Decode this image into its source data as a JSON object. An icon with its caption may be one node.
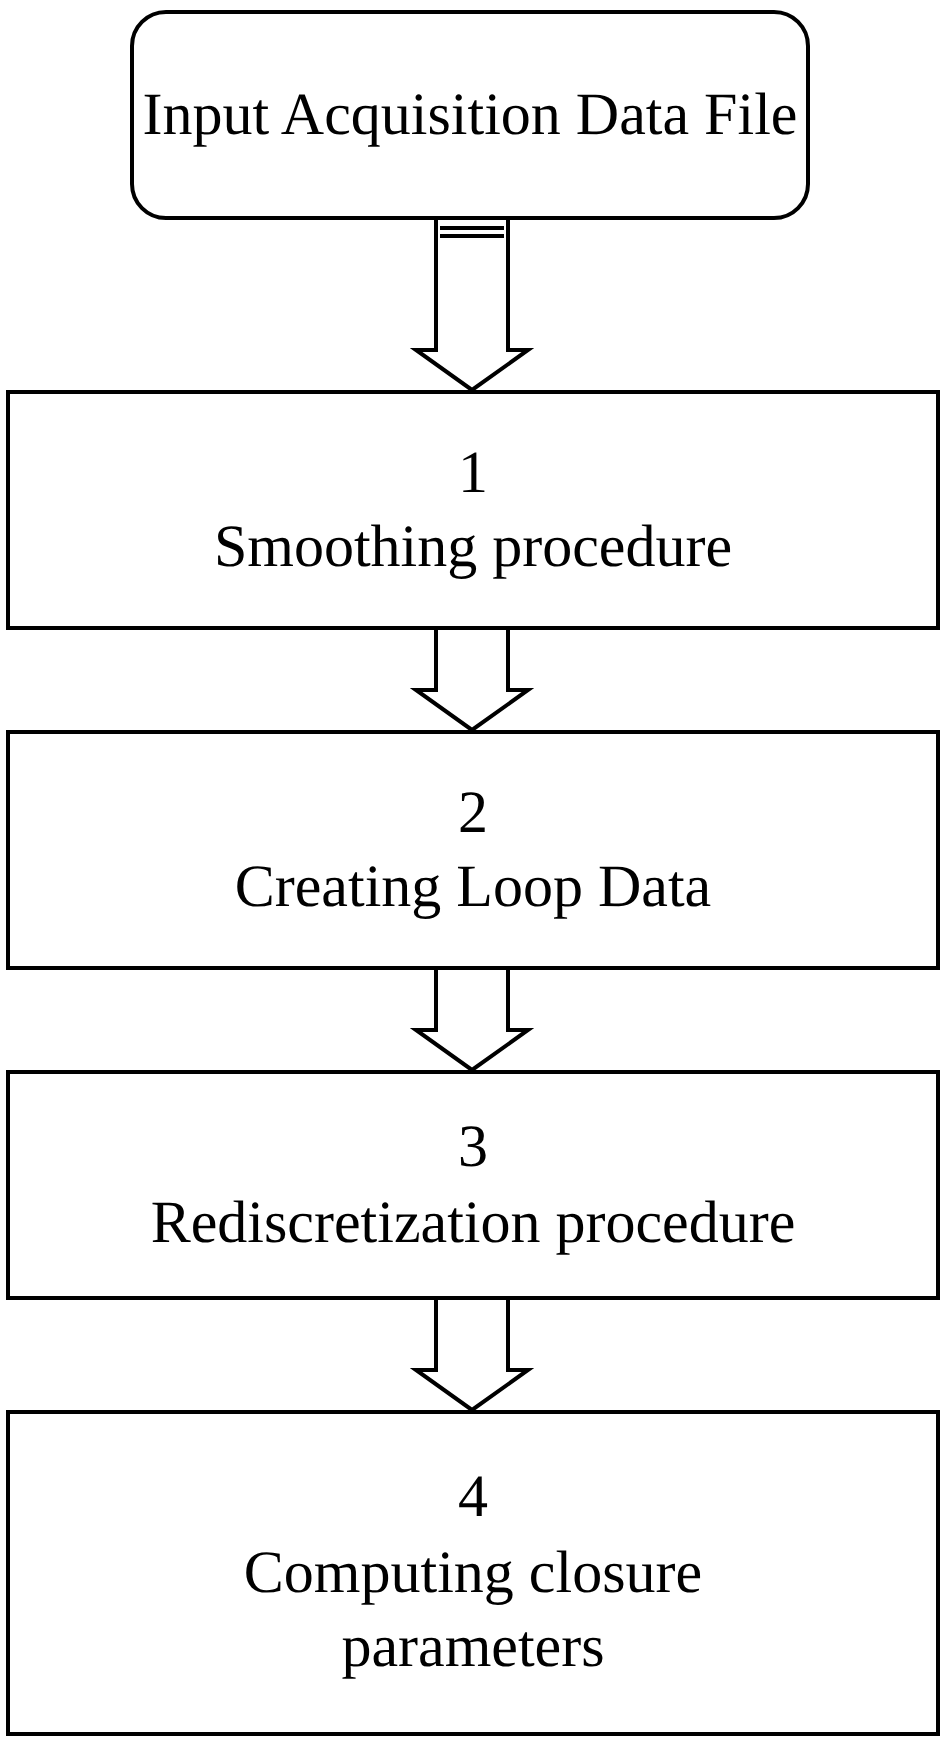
{
  "diagram": {
    "nodes": [
      {
        "text": [
          "Input Acquisition Data File"
        ]
      },
      {
        "text": [
          "1",
          "Smoothing procedure"
        ]
      },
      {
        "text": [
          "2",
          "Creating Loop Data"
        ]
      },
      {
        "text": [
          "3",
          "Rediscretization procedure"
        ]
      },
      {
        "text": [
          "4",
          "Computing closure parameters"
        ]
      }
    ],
    "edges": [
      {
        "from": 0,
        "to": 1,
        "arrow": "to"
      },
      {
        "from": 1,
        "to": 2,
        "arrow": "to"
      },
      {
        "from": 2,
        "to": 3,
        "arrow": "to"
      },
      {
        "from": 3,
        "to": 4,
        "arrow": "to"
      }
    ]
  }
}
